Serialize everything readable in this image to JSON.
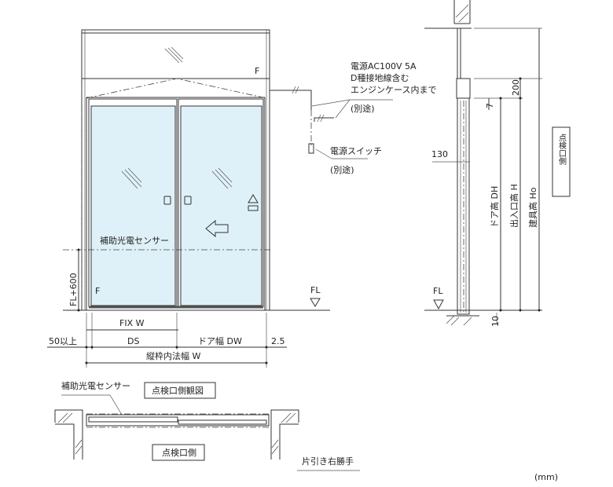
{
  "elevation": {
    "f_top": "F",
    "f_bottom": "F",
    "sensor_label": "補助光電センサー",
    "fl_600": "FL+600",
    "fl": "FL"
  },
  "power": {
    "line1": "電源AC100V 5A",
    "line2": "D種接地線含む",
    "line3": "エンジンケース内まで",
    "separate1": "(別途)",
    "switch": "電源スイッチ",
    "separate2": "(別途)"
  },
  "width_dims": {
    "fix_w": "FIX W",
    "min50": "50以上",
    "ds": "DS",
    "door_width": "ドア幅 DW",
    "gap": "2.5",
    "inner_width": "縦枠内法幅 W"
  },
  "section": {
    "d130": "130",
    "d200": "200",
    "d7": "7",
    "d10": "10",
    "door_height": "ドア高 DH",
    "entrance_height": "出入口高 H",
    "fitting_height": "建具高 Ho",
    "inspection_side": "点検口側",
    "fl": "FL"
  },
  "plan": {
    "sensor_label": "補助光電センサー",
    "view_title": "点検口側観図",
    "inspection_side": "点検口側",
    "handing": "片引き右勝手"
  },
  "unit": "(mm)"
}
